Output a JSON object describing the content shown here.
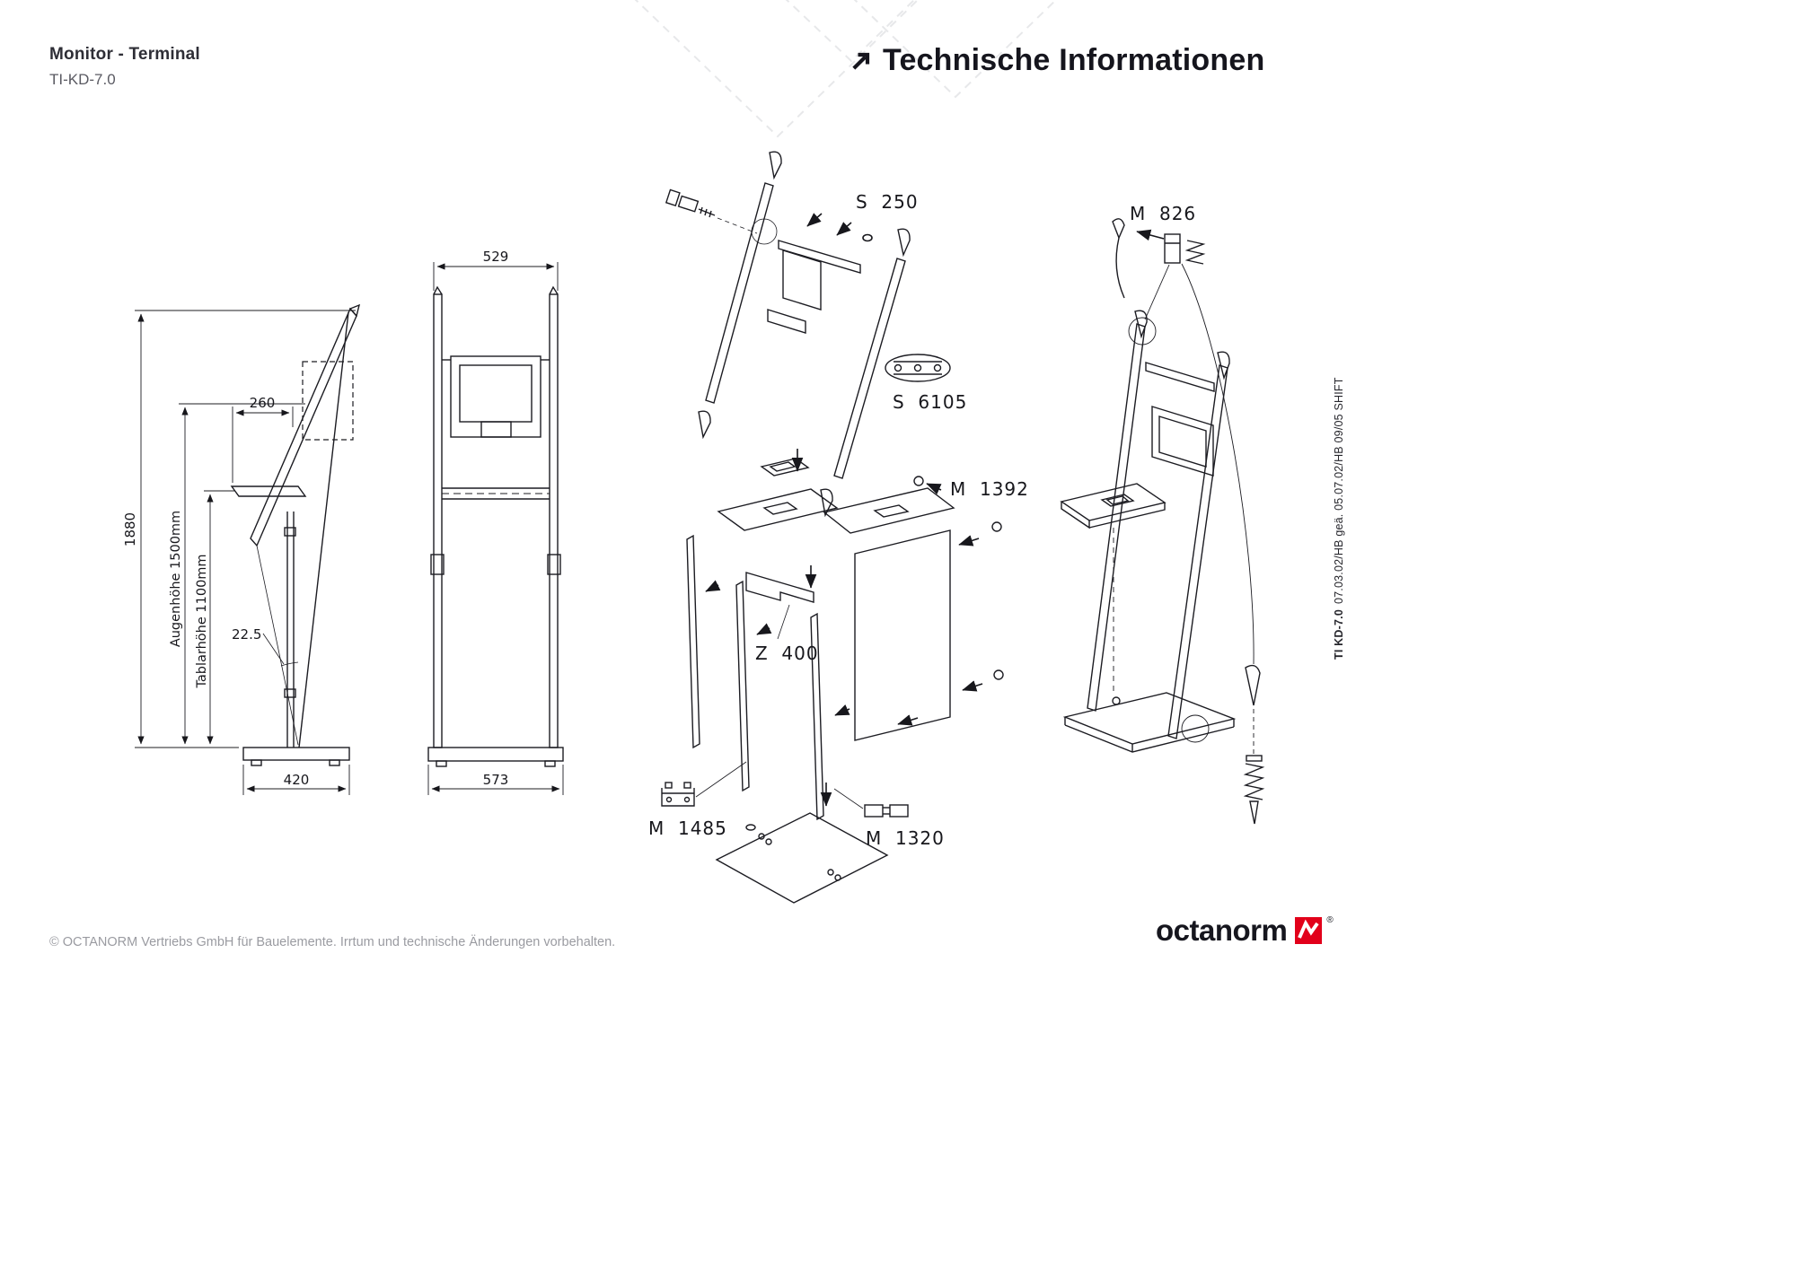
{
  "header": {
    "title": "Monitor - Terminal",
    "code": "TI-KD-7.0",
    "section_title": "Technische Informationen"
  },
  "icons": {
    "section_arrow": "arrow-up-right-icon",
    "logo_mark": "octanorm-red-arrow-icon"
  },
  "dimensions": {
    "total_height": "1880",
    "monitor_depth": "260",
    "eye_height": "Augenhöhe 1500mm",
    "shelf_height": "Tablarhöhe 1100mm",
    "angle": "22.5",
    "base_depth": "420",
    "top_width": "529",
    "base_width": "573"
  },
  "parts": {
    "s250": "S  250",
    "m826": "M  826",
    "s6105": "S  6105",
    "m1392": "M  1392",
    "z400": "Z  400",
    "m1485": "M  1485",
    "m1320": "M  1320"
  },
  "side_note": {
    "bold": "TI KD-7.0",
    "rest": "07.03.02/HB geä. 05.07.02/HB 09/05 SHIFT"
  },
  "footer": {
    "copyright": "© OCTANORM Vertriebs GmbH für Bauelemente. Irrtum und technische Änderungen vorbehalten.",
    "logo": "octanorm",
    "logo_mark": "®"
  }
}
